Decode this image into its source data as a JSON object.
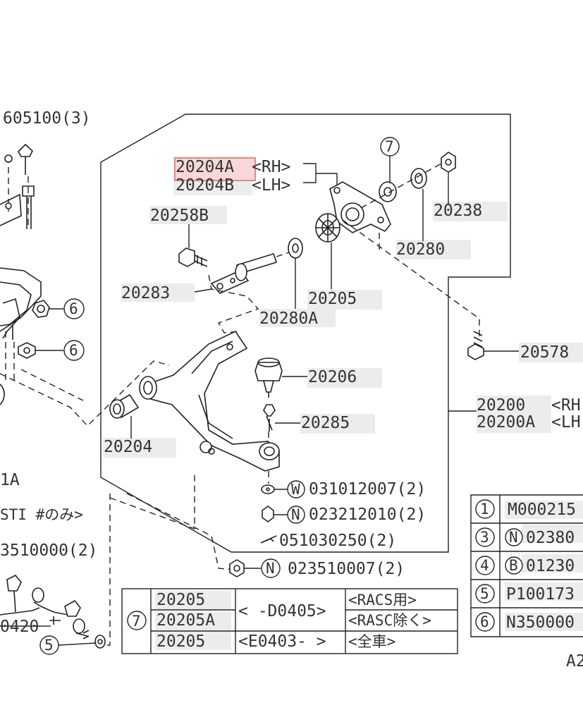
{
  "callouts": {
    "top_left_partial": "605100(3)",
    "part_20204A": "20204A",
    "rh": "<RH>",
    "part_20204B": "20204B",
    "lh": "<LH>",
    "ref7": "7",
    "part_20238": "20238",
    "part_20258B": "20258B",
    "part_20280": "20280",
    "part_20283": "20283",
    "part_20205": "20205",
    "part_20280A": "20280A",
    "part_20578": "20578",
    "part_20206": "20206",
    "part_20200": "20200",
    "rh_cut": "<RH",
    "part_20200A": "20200A",
    "lh_cut": "<LH",
    "part_20285": "20285",
    "part_20204": "20204",
    "ref6a": "6",
    "ref6b": "6",
    "left_1A": "1A",
    "left_sti": "STI #のみ>",
    "left_3510000": "3510000(2)",
    "left_0420": "0420",
    "ref5": "5",
    "w_mark": "W",
    "w_part": "031012007(2)",
    "n_mark": "N",
    "n_part": "023212010(2)",
    "clip_part": "051030250(2)",
    "n_mark2": "N",
    "n_part2": "023510007(2)",
    "corner_code": "A2"
  },
  "table_left": {
    "ref": "7",
    "rows": [
      {
        "part": "20205",
        "range": "< -D0405>",
        "note": "<RACS用>"
      },
      {
        "part": "20205A",
        "range": "",
        "note": "<RASC除く>"
      },
      {
        "part": "20205",
        "range": "<E0403- >",
        "note": "<全車>"
      }
    ]
  },
  "table_right": {
    "rows": [
      {
        "ref": "1",
        "mark": "",
        "part": "M000215"
      },
      {
        "ref": "3",
        "mark": "N",
        "part": "02380"
      },
      {
        "ref": "4",
        "mark": "B",
        "part": "01230"
      },
      {
        "ref": "5",
        "mark": "",
        "part": "P100173"
      },
      {
        "ref": "6",
        "mark": "",
        "part": "N350000"
      }
    ]
  },
  "highlight_color": "#e08a8a"
}
